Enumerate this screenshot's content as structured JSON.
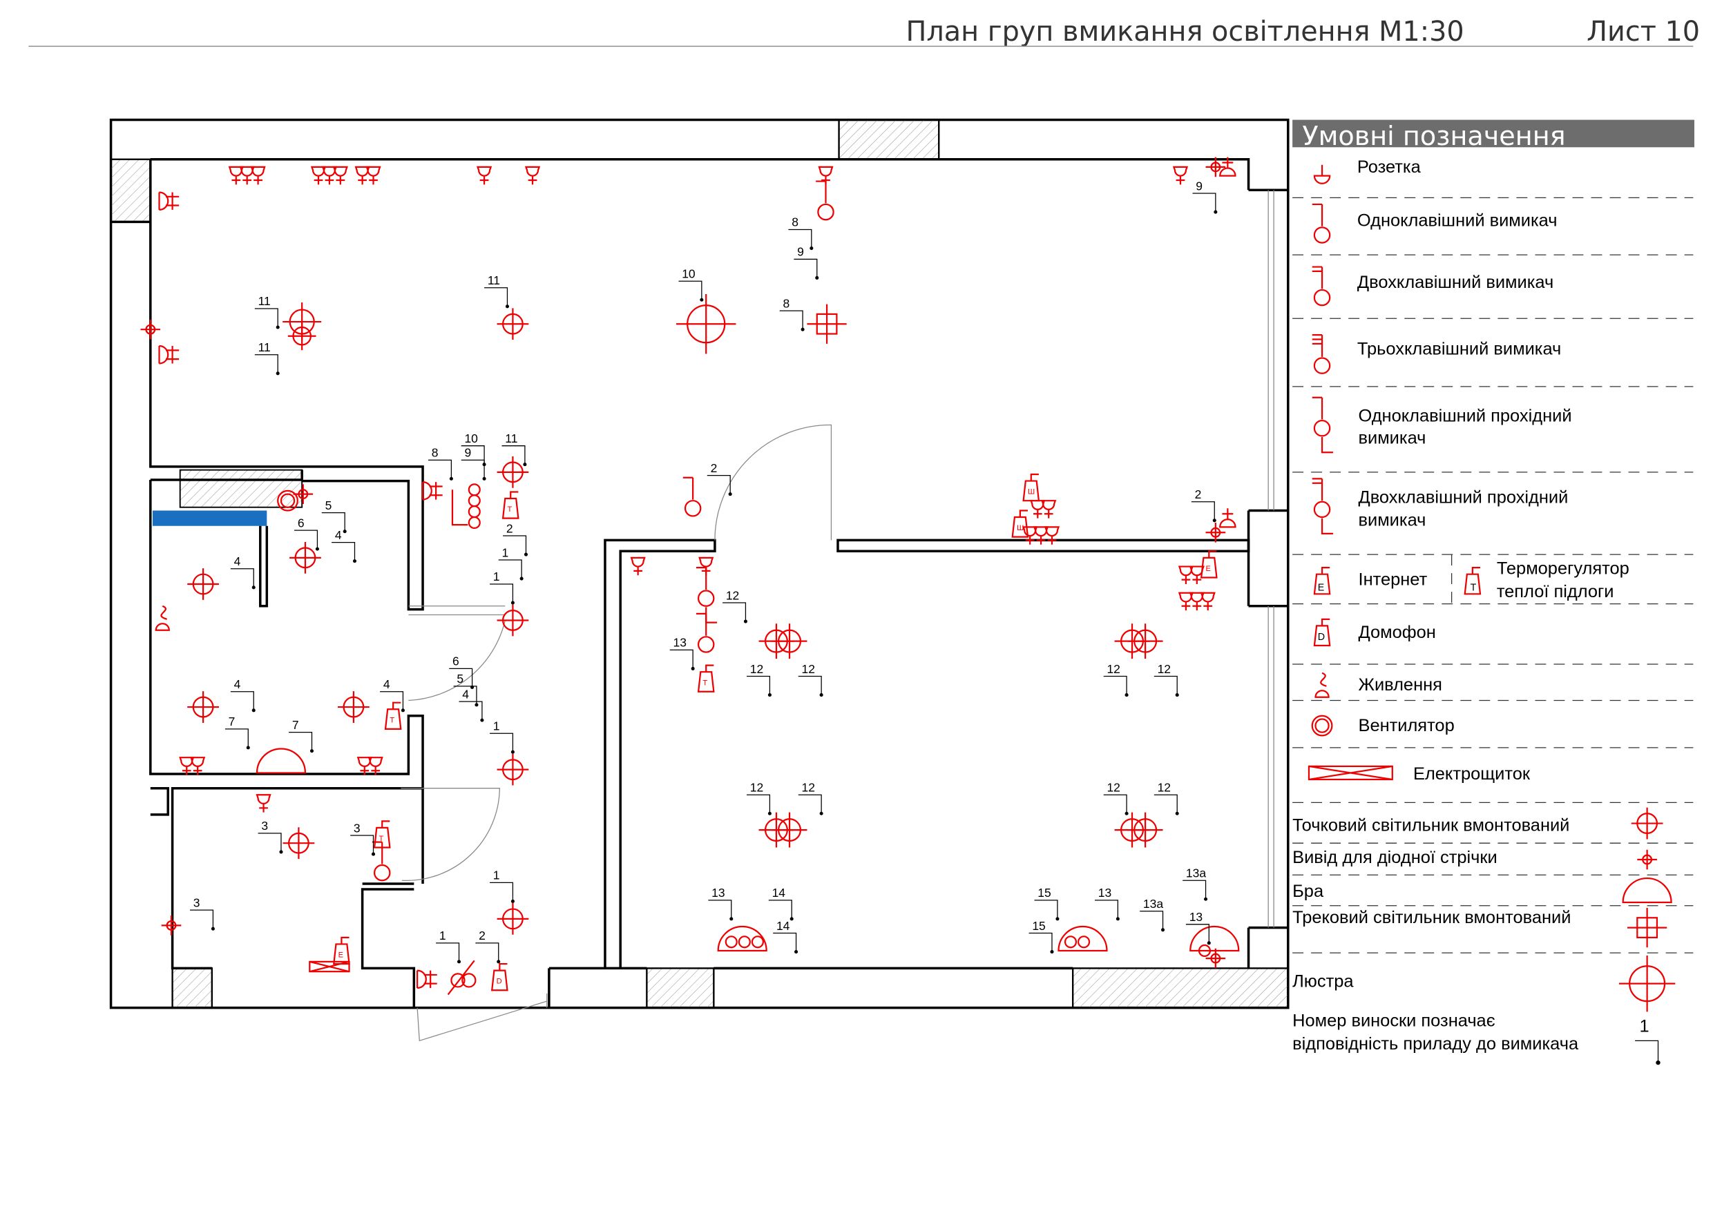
{
  "header": {
    "title": "План груп вмикання освітлення М1:30",
    "sheet": "Лист 10"
  },
  "legend": {
    "title": "Умовні позначення",
    "items": {
      "socket": "Розетка",
      "switch1": "Одноклавішний вимикач",
      "switch2": "Двохклавішний вимикач",
      "switch3": "Трьохклавішний вимикач",
      "pass1_a": "Одноклавішний прохідний",
      "pass1_b": "вимикач",
      "pass2_a": "Двохклавішний прохідний",
      "pass2_b": "вимикач",
      "internet": "Інтернет",
      "internet_mark": "E",
      "thermo_a": "Терморегулятор",
      "thermo_b": "теплої підлоги",
      "thermo_mark": "T",
      "intercom": "Домофон",
      "intercom_mark": "D",
      "power": "Живлення",
      "fan": "Вентилятор",
      "panel": "Електрощиток",
      "spot": "Точковий світильник вмонтований",
      "led": "Вивід для діодної стрічки",
      "sconce": "Бра",
      "track": "Трековий світильник вмонтований",
      "chandelier": "Люстра",
      "callout_a": "Номер виноски позначає",
      "callout_b": "відповідність приладу до вимикача",
      "callout_example": "1"
    }
  },
  "plan": {
    "callouts": [
      "11",
      "11",
      "11",
      "10",
      "8",
      "8",
      "9",
      "9",
      "8",
      "10",
      "9",
      "11",
      "2",
      "1",
      "5",
      "6",
      "4",
      "4",
      "1",
      "2",
      "2",
      "12",
      "13",
      "12",
      "12",
      "12",
      "12",
      "6",
      "5",
      "4",
      "4",
      "4",
      "7",
      "7",
      "1",
      "3",
      "3",
      "3",
      "12",
      "12",
      "12",
      "12",
      "1",
      "13",
      "14",
      "14",
      "15",
      "13",
      "15",
      "13а",
      "13а",
      "13",
      "1",
      "2"
    ],
    "device_marks": {
      "thermo": "T",
      "internet": "E",
      "intercom": "D",
      "wardrobe": "Ш"
    }
  },
  "colors": {
    "symbol": "#ee0000",
    "legend_bar": "#6d6d6d",
    "wall": "#000000",
    "highlight": "#1a6fc0"
  }
}
